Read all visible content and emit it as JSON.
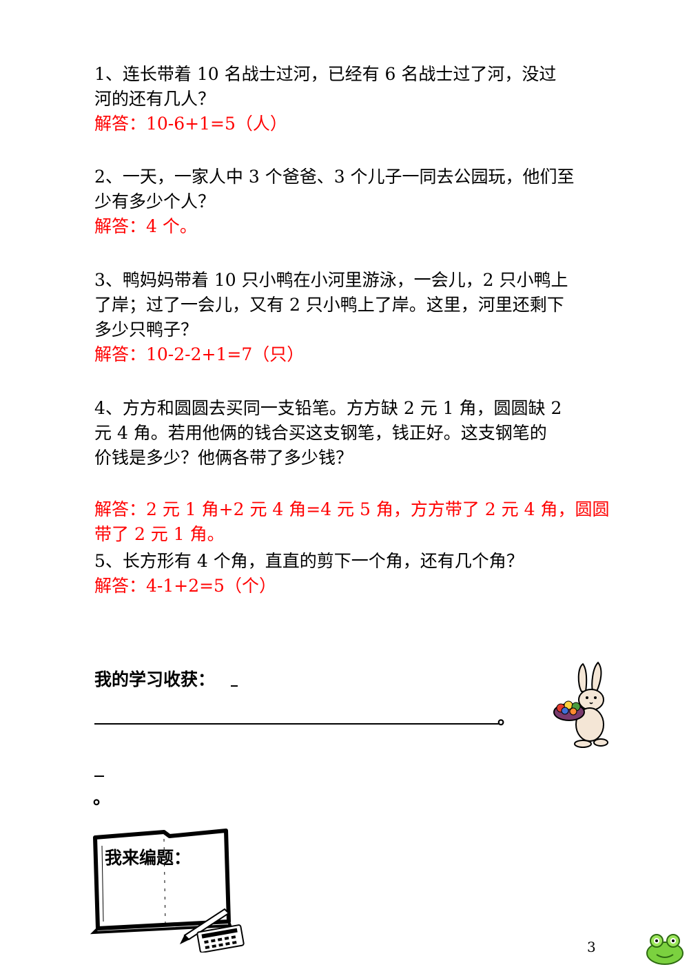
{
  "questions": [
    {
      "lines": [
        "1、连长带着 10 名战士过河，已经有 6 名战士过了河，没过",
        "河的还有几人？"
      ],
      "answer": "解答：10-6+1=5（人）"
    },
    {
      "lines": [
        "2、一天，一家人中 3 个爸爸、3 个儿子一同去公园玩，他们至",
        "少有多少个人？"
      ],
      "answer": "解答：4 个。"
    },
    {
      "lines": [
        "3、鸭妈妈带着 10 只小鸭在小河里游泳，一会儿，2 只小鸭上",
        "了岸；过了一会儿，又有 2 只小鸭上了岸。这里，河里还剩下",
        "多少只鸭子？"
      ],
      "answer": "解答：10-2-2+1=7（只）"
    },
    {
      "lines": [
        "4、方方和圆圆去买同一支铅笔。方方缺 2 元 1 角，圆圆缺 2",
        "元 4 角。若用他俩的钱合买这支钢笔，钱正好。这支钢笔的",
        "价钱是多少？他俩各带了多少钱？"
      ],
      "answer_lines": [
        "解答：2 元 1 角+2 元 4 角=4 元 5 角，方方带了 2 元 4 角，圆圆",
        "带了 2 元 1 角。"
      ]
    },
    {
      "lines": [
        "5、长方形有 4 个角，直直的剪下一个角，还有几个角？"
      ],
      "answer": "解答：4-1+2=5（个）"
    }
  ],
  "harvest": {
    "title": "我的学习收获：",
    "period1": "。",
    "period2": "。"
  },
  "compose": {
    "title": "我来编题："
  },
  "page_number": "3"
}
